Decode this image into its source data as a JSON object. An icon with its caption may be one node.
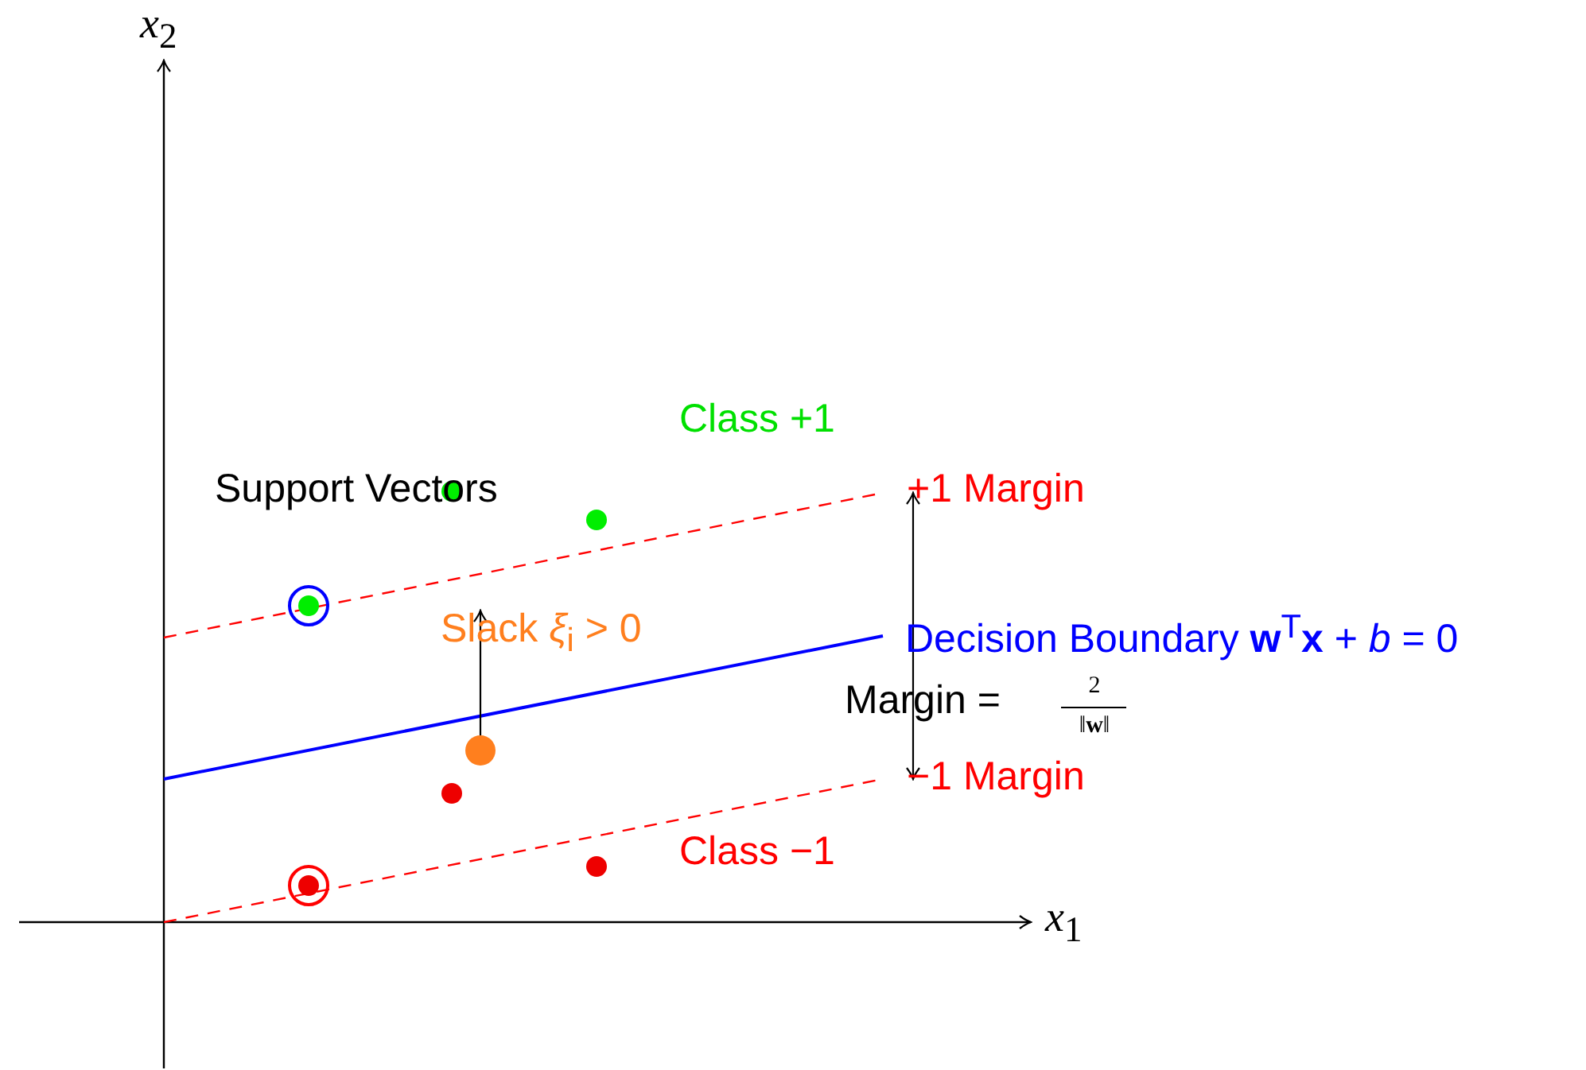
{
  "diagram": {
    "labels": [
      "*x*$_{2}$",
      "Class +1",
      "Support Vectors",
      "+1 Margin",
      "Slack *ξ*$_{i}$ > 0",
      "Decision Boundary **w**$^{T}$**x** + *b* = 0",
      "Margin =",
      "2",
      "‖**w**‖",
      "−1 Margin",
      "Class −1",
      "*x*$_{1}$"
    ]
  }
}
